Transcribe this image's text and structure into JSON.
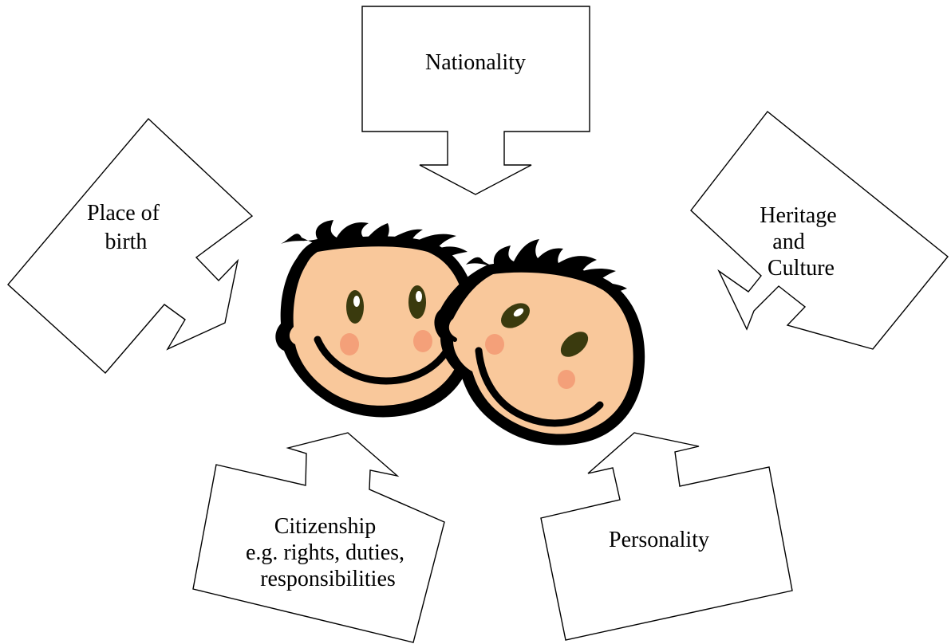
{
  "callouts": {
    "nationality": {
      "lines": [
        "Nationality"
      ]
    },
    "place_of_birth": {
      "lines": [
        "Place of",
        "birth"
      ]
    },
    "heritage": {
      "lines": [
        "Heritage",
        "and",
        "Culture"
      ]
    },
    "citizenship": {
      "lines": [
        "Citizenship",
        "e.g. rights, duties,",
        "responsibilities"
      ]
    },
    "personality": {
      "lines": [
        "Personality"
      ]
    }
  },
  "colors": {
    "skin": "#F9C89B",
    "outline": "#000000",
    "eye": "#3A3A0E",
    "cheek": "#F4A079",
    "callout_fill": "#FFFFFF"
  },
  "icons": {
    "center": "two-smiling-children-faces"
  }
}
